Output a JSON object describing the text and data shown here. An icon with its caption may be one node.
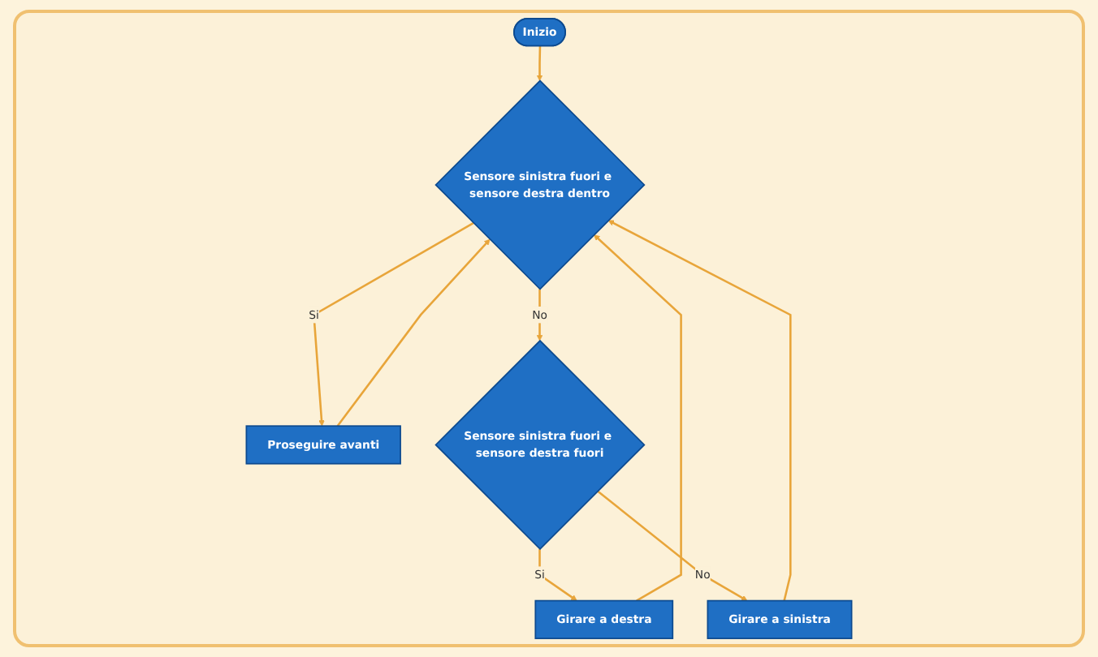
{
  "diagram": {
    "nodes": [
      {
        "text": [
          "Inizio"
        ]
      },
      {
        "text": [
          "Sensore sinistra fuori e sensore destra dentro"
        ]
      },
      {
        "text": [
          "Proseguire avanti"
        ]
      },
      {
        "text": [
          "Sensore sinistra fuori e sensore destra fuori"
        ]
      },
      {
        "text": [
          "Girare a destra"
        ]
      },
      {
        "text": [
          "Girare a sinistra"
        ]
      }
    ],
    "edges": [
      {
        "from": 0,
        "to": 1,
        "arrow": "to"
      },
      {
        "from": 1,
        "to": 2,
        "label": "Si",
        "arrow": "to"
      },
      {
        "from": 1,
        "to": 3,
        "label": "No",
        "arrow": "to"
      },
      {
        "from": 3,
        "to": 4,
        "label": "Si",
        "arrow": "to"
      },
      {
        "from": 3,
        "to": 5,
        "label": "No",
        "arrow": "to"
      },
      {
        "from": 2,
        "to": 1,
        "arrow": "to"
      },
      {
        "from": 4,
        "to": 1,
        "arrow": "to"
      },
      {
        "from": 5,
        "to": 1,
        "arrow": "to"
      }
    ]
  }
}
